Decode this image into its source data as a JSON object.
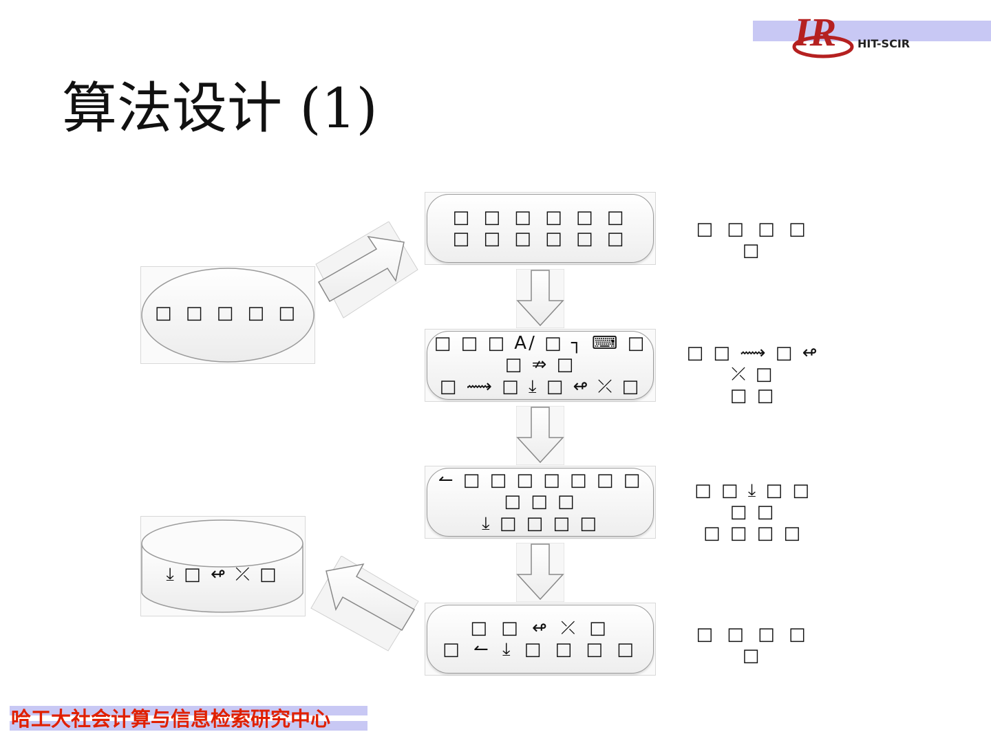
{
  "header": {
    "logo_text": "HIT-SCIR"
  },
  "title": "算法设计 (1)",
  "flow": {
    "source_label": "□ □ □ □ □",
    "steps": [
      {
        "text": "□ □ □ □ □ □\n□ □ □ □ □ □"
      },
      {
        "text": "□ □ □ A/ □ ┐ ⌨ □ □ ⇏ □\n□ ⟿ □ ⤓ □ ↫ ⤫ □"
      },
      {
        "text": "↼ □ □ □ □ □ □ □ □ □ □\n⤓ □ □ □ □"
      },
      {
        "text": "□ □ ↫ ⤫ □\n□ ↼ ⤓ □ □ □ □"
      }
    ],
    "side_labels": [
      "□ □ □ □ □",
      "□ □ ⟿ □ ↫ ⤫ □\n□ □",
      "□ □ ⤓ □ □ □ □\n□ □ □ □",
      "□ □ □ □ □"
    ],
    "database_label": "⤓ □ ↫ ⤫ □"
  },
  "footer": {
    "org": "哈工大社会计算与信息检索研究中心"
  },
  "colors": {
    "footer_red": "#e02000",
    "band_lavender": "#c8c8f4",
    "logo_red": "#b52020"
  }
}
